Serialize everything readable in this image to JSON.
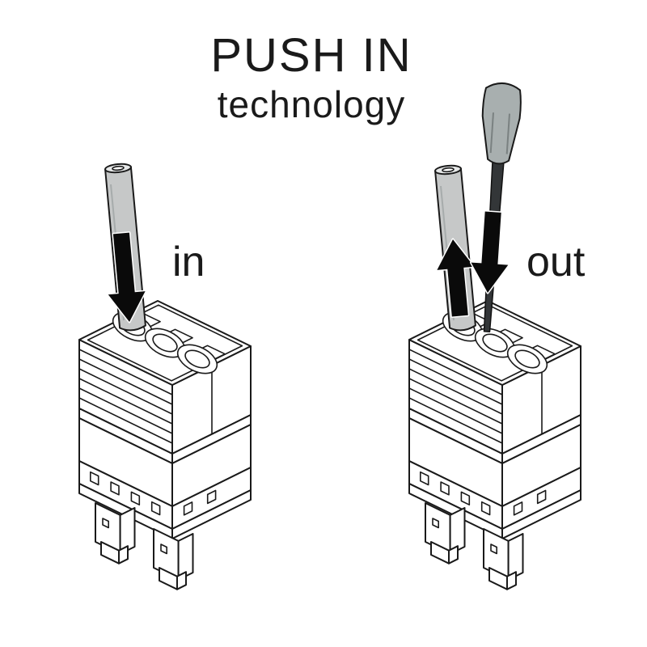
{
  "title": {
    "main": "PUSH IN",
    "sub": "technology"
  },
  "figures": {
    "left": {
      "label": "in",
      "action": "wire insertion",
      "icons": [
        "wire",
        "down-arrow-icon",
        "terminal-block-connector"
      ]
    },
    "right": {
      "label": "out",
      "action": "wire release with screwdriver",
      "icons": [
        "wire",
        "up-arrow-icon",
        "screwdriver-icon",
        "down-arrow-icon",
        "terminal-block-connector"
      ]
    }
  },
  "colors": {
    "line": "#1a1a1a",
    "wire_fill": "#c6c8c8",
    "wire_end": "#e6e8e8",
    "arrow": "#0a0a0a",
    "handle_fill": "#a8afaf",
    "shaft_fill": "#333638"
  }
}
